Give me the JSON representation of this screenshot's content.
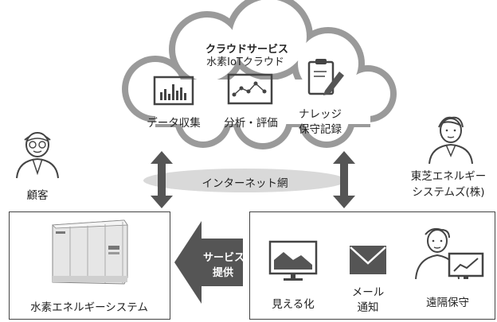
{
  "cloud": {
    "title": "クラウドサービス",
    "subtitle": "水素IoTクラウド",
    "functions": [
      {
        "label": "データ収集",
        "icon": "bar-chart-icon"
      },
      {
        "label": "分析・評価",
        "icon": "line-chart-icon"
      },
      {
        "label_line1": "ナレッジ",
        "label_line2": "保守記録",
        "icon": "clipboard-pen-icon"
      }
    ]
  },
  "network": {
    "label": "インターネット網"
  },
  "customer": {
    "label": "顧客",
    "icon": "person-icon"
  },
  "provider": {
    "label_line1": "東芝エネルギー",
    "label_line2": "システムズ(株)",
    "icon": "person-icon"
  },
  "system_box": {
    "label": "水素エネルギーシステム"
  },
  "service_arrow": {
    "line1": "サービス",
    "line2": "提供"
  },
  "services": [
    {
      "label": "見える化",
      "icon": "monitor-chart-icon"
    },
    {
      "label_line1": "メール",
      "label_line2": "通知",
      "icon": "envelope-icon"
    },
    {
      "label": "遠隔保守",
      "icon": "person-monitor-icon"
    }
  ],
  "colors": {
    "cloud_stroke": "#9a9a9a",
    "cloud_fill": "#ffffff",
    "arrow": "#555555",
    "network_band": "#d9d9d9",
    "service_arrow": "#555555",
    "box_stroke": "#444444"
  }
}
